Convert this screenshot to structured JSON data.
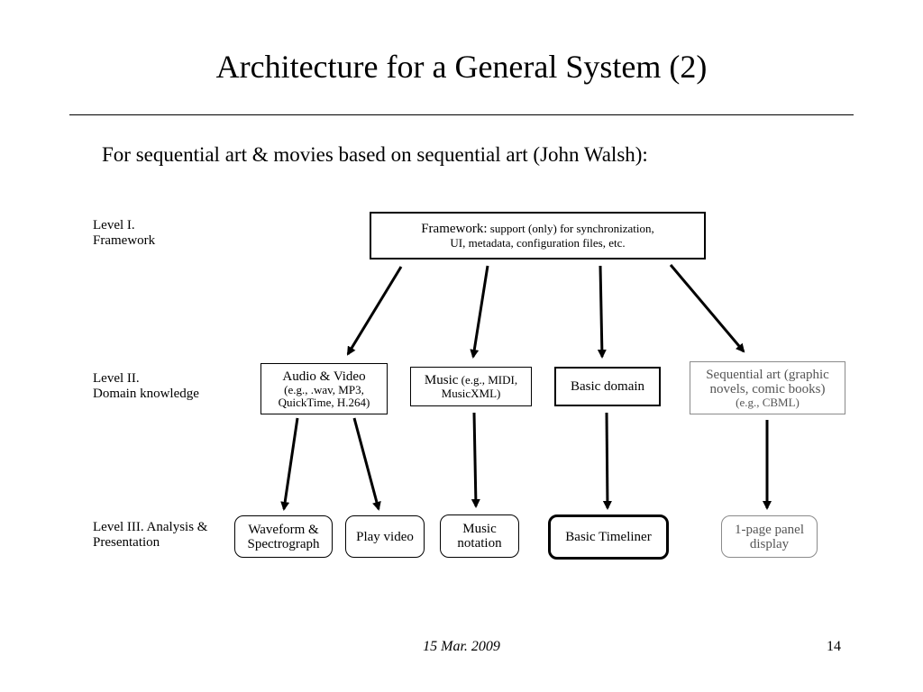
{
  "slide": {
    "title": "Architecture for a General System (2)",
    "subtitle": "For sequential art & movies based on sequential art (John Walsh):"
  },
  "levels": {
    "level1": [
      "Level I.",
      "Framework"
    ],
    "level2": [
      "Level II.",
      "Domain knowledge"
    ],
    "level3": [
      "Level III. Analysis &",
      "Presentation"
    ]
  },
  "framework": {
    "label": "Framework:",
    "detail1": " support (only) for synchronization,",
    "detail2": "UI, metadata, configuration files, etc."
  },
  "domains": {
    "audio_video": {
      "title": "Audio & Video",
      "detail1": "(e.g., .wav, MP3,",
      "detail2": "QuickTime, H.264)"
    },
    "music": {
      "title": "Music",
      "detail1": " (e.g., MIDI,",
      "detail2": "MusicXML)"
    },
    "basic": {
      "title": "Basic domain"
    },
    "sequential_art": {
      "title1": "Sequential art (graphic",
      "title2": "novels, comic books)",
      "detail": "(e.g., CBML)"
    }
  },
  "presentation": {
    "waveform": [
      "Waveform &",
      "Spectrograph"
    ],
    "play_video": "Play video",
    "music_notation": [
      "Music",
      "notation"
    ],
    "basic_timeliner": "Basic Timeliner",
    "panel_display": [
      "1-page panel",
      "display"
    ]
  },
  "colors": {
    "line": "#000000",
    "muted_border": "#8a8a8a",
    "muted_text": "#555555"
  },
  "footer": {
    "date": "15 Mar. 2009",
    "page_number": "14"
  }
}
